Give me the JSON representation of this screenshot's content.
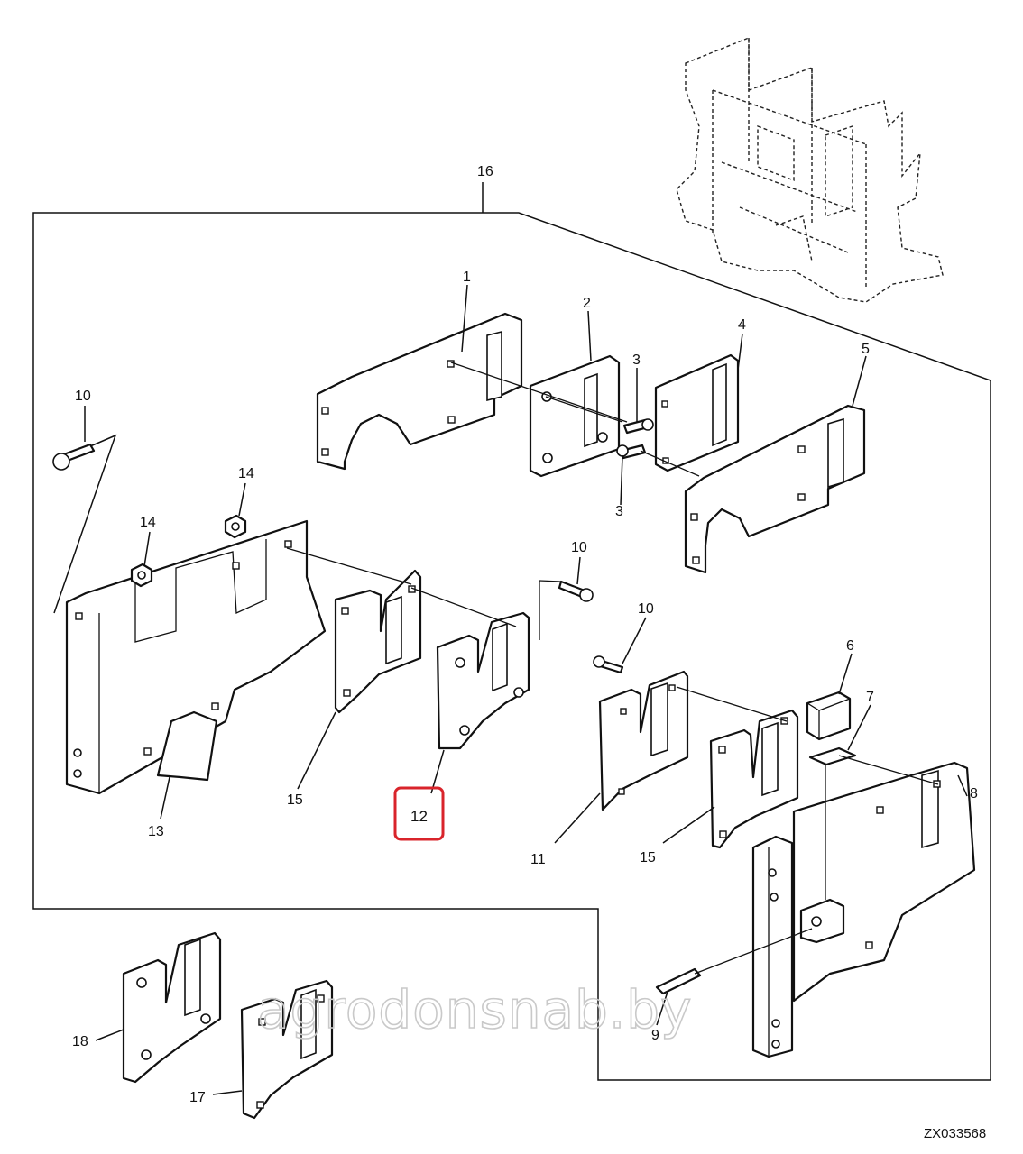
{
  "diagram": {
    "callouts": {
      "c1": "1",
      "c2": "2",
      "c3a": "3",
      "c3b": "3",
      "c4": "4",
      "c5": "5",
      "c6": "6",
      "c7": "7",
      "c8": "8",
      "c9": "9",
      "c10a": "10",
      "c10b": "10",
      "c10c": "10",
      "c11": "11",
      "c12": "12",
      "c13": "13",
      "c14a": "14",
      "c14b": "14",
      "c15a": "15",
      "c15b": "15",
      "c16": "16",
      "c17": "17",
      "c18": "18"
    },
    "highlighted_callout": "12",
    "highlight_color": "#d9242b",
    "watermark": "agrodonsnab.by",
    "drawing_code": "ZX033568"
  }
}
